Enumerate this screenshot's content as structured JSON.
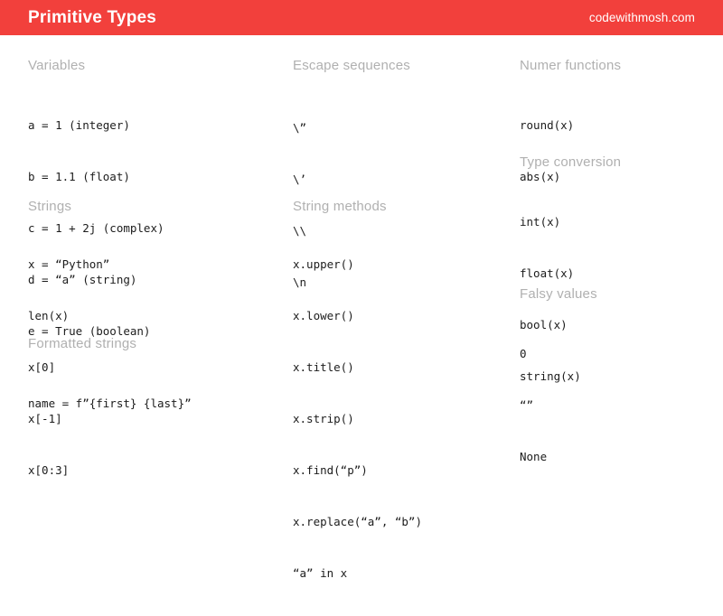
{
  "header": {
    "title": "Primitive Types",
    "brand": "codewithmosh.com",
    "background_color": "#f2403c",
    "text_color": "#ffffff"
  },
  "theme": {
    "page_background": "#ffffff",
    "heading_color": "#b0b0b0",
    "code_color": "#1c1c1c"
  },
  "columns": [
    {
      "name": "column-1",
      "sections": [
        {
          "title": "Variables",
          "items": [
            "a = 1 (integer)",
            "b = 1.1 (float)",
            "c = 1 + 2j (complex)",
            "d = “a” (string)",
            "e = True (boolean)"
          ]
        },
        {
          "title": "Strings",
          "items": [
            "x = “Python”",
            "len(x)",
            "x[0]",
            "x[-1]",
            "x[0:3]"
          ]
        },
        {
          "title": "Formatted strings",
          "items": [
            "name = f”{first} {last}”"
          ]
        }
      ]
    },
    {
      "name": "column-2",
      "sections": [
        {
          "title": "Escape sequences",
          "items": [
            "\\”",
            "\\’",
            "\\\\",
            "\\n"
          ]
        },
        {
          "title": "String methods",
          "items": [
            "x.upper()",
            "x.lower()",
            "x.title()",
            "x.strip()",
            "x.find(“p”)",
            "x.replace(“a”, “b”)",
            "“a” in x"
          ]
        }
      ]
    },
    {
      "name": "column-3",
      "sections": [
        {
          "title": "Numer functions",
          "items": [
            "round(x)",
            "abs(x)"
          ]
        },
        {
          "title": "Type conversion",
          "items": [
            "int(x)",
            "float(x)",
            "bool(x)",
            "string(x)"
          ]
        },
        {
          "title": "Falsy values",
          "items": [
            "0",
            "“”",
            "None"
          ]
        }
      ]
    }
  ]
}
